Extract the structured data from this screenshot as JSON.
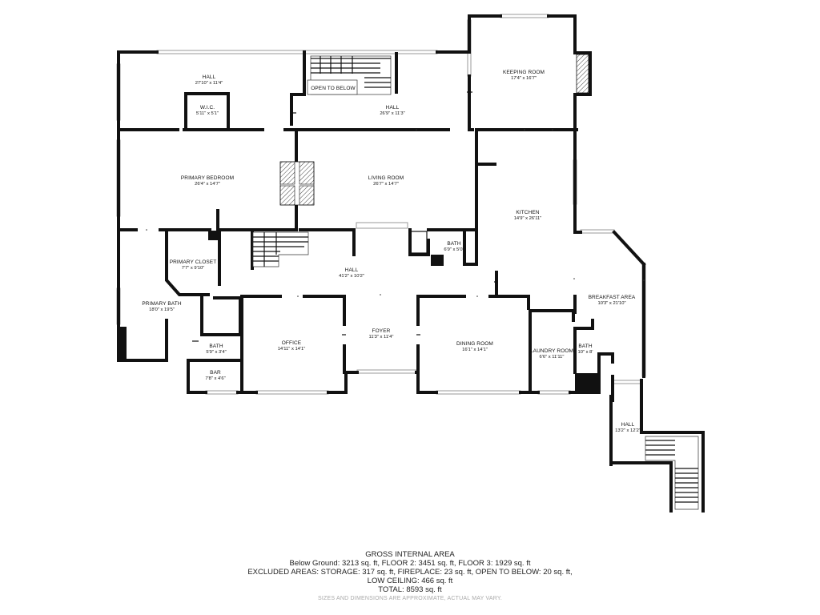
{
  "rooms": {
    "hall_top": {
      "name": "HALL",
      "dim": "27'10\" x 11'4\""
    },
    "wic": {
      "name": "W.I.C.",
      "dim": "5'11\" x 5'1\""
    },
    "open_to_below": {
      "name": "OPEN TO BELOW"
    },
    "hall_mid": {
      "name": "HALL",
      "dim": "26'9\" x 11'3\""
    },
    "keeping_room": {
      "name": "KEEPING ROOM",
      "dim": "17'4\" x 16'7\""
    },
    "primary_bedroom": {
      "name": "PRIMARY BEDROOM",
      "dim": "26'4\" x 14'7\""
    },
    "living_room": {
      "name": "LIVING ROOM",
      "dim": "26'7\" x 14'7\""
    },
    "kitchen": {
      "name": "KITCHEN",
      "dim": "14'9\" x 26'11\""
    },
    "bath_small": {
      "name": "BATH",
      "dim": "6'9\" x 5'0\""
    },
    "primary_closet": {
      "name": "PRIMARY CLOSET",
      "dim": "7'7\" x 9'10\""
    },
    "hall_center": {
      "name": "HALL",
      "dim": "41'2\" x 10'2\""
    },
    "primary_bath": {
      "name": "PRIMARY BATH",
      "dim": "18'0\" x 19'5\""
    },
    "breakfast_area": {
      "name": "BREAKFAST AREA",
      "dim": "10'3\" x 21'10\""
    },
    "office": {
      "name": "OFFICE",
      "dim": "14'11\" x 14'1\""
    },
    "foyer": {
      "name": "FOYER",
      "dim": "11'3\" x 11'4\""
    },
    "dining_room": {
      "name": "DINING ROOM",
      "dim": "16'1\" x 14'1\""
    },
    "laundry_room": {
      "name": "LAUNDRY ROOM",
      "dim": "6'6\" x 11'11\""
    },
    "bath_right": {
      "name": "BATH",
      "dim": "10\" x 8'"
    },
    "bath_left": {
      "name": "BATH",
      "dim": "5'9\" x 3'4\""
    },
    "bar": {
      "name": "BAR",
      "dim": "7'8\" x 4'6\""
    },
    "hall_right": {
      "name": "HALL",
      "dim": "13'2\" x 12'2\""
    }
  },
  "summary": {
    "heading": "GROSS INTERNAL AREA",
    "line1": "Below Ground: 3213 sq. ft, FLOOR 2: 3451 sq. ft, FLOOR 3: 1929 sq. ft",
    "line2": "EXCLUDED AREAS: STORAGE: 317 sq. ft, FIREPLACE: 23 sq. ft, OPEN TO BELOW: 20 sq. ft,",
    "line3": "LOW CEILING: 466 sq. ft",
    "line4": "TOTAL: 8593 sq. ft",
    "note": "SIZES AND DIMENSIONS ARE APPROXIMATE, ACTUAL MAY VARY."
  }
}
